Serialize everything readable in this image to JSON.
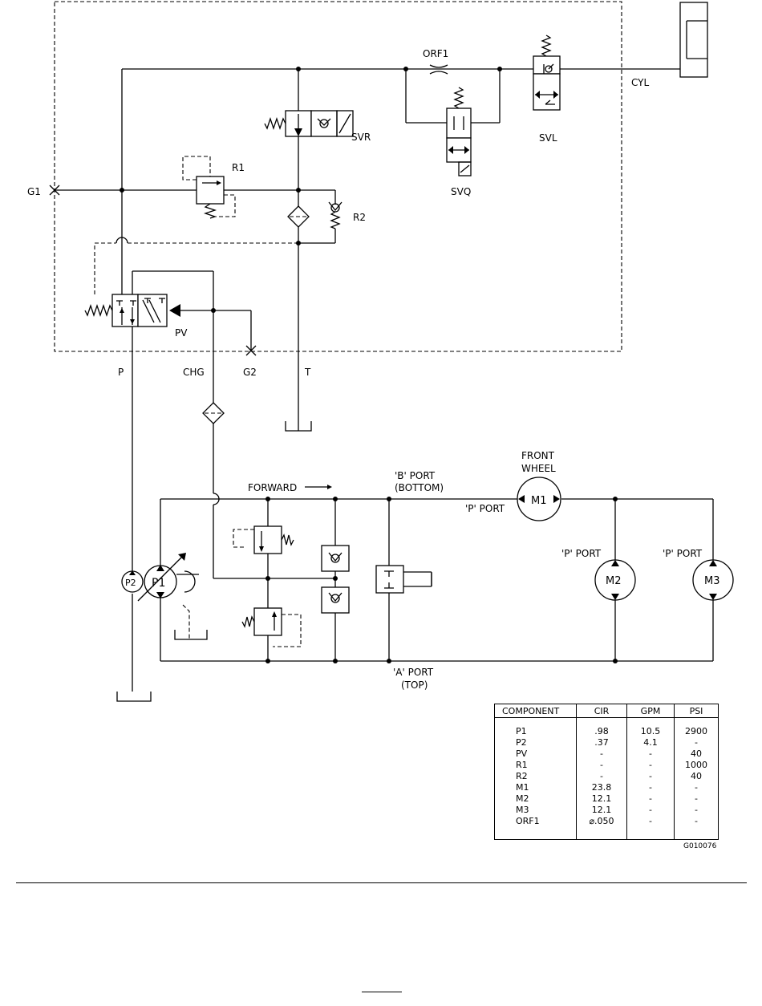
{
  "labels": {
    "orf1": "ORF1",
    "cyl": "CYL",
    "svl": "SVL",
    "svr": "SVR",
    "svq": "SVQ",
    "r1": "R1",
    "r2": "R2",
    "g1": "G1",
    "pv": "PV",
    "p": "P",
    "chg": "CHG",
    "g2": "G2",
    "t": "T",
    "front_wheel_1": "FRONT",
    "front_wheel_2": "WHEEL",
    "forward": "FORWARD",
    "b_port_1": "'B' PORT",
    "b_port_2": "(BOTTOM)",
    "p_port_m1": "'P' PORT",
    "p_port_m2": "'P' PORT",
    "p_port_m3": "'P' PORT",
    "a_port_1": "'A' PORT",
    "a_port_2": "(TOP)",
    "m1": "M1",
    "m2": "M2",
    "m3": "M3",
    "p1": "P1",
    "p2": "P2"
  },
  "spec_table": {
    "headers": [
      "COMPONENT",
      "CIR",
      "GPM",
      "PSI"
    ],
    "rows": [
      [
        "P1",
        ".98",
        "10.5",
        "2900"
      ],
      [
        "P2",
        ".37",
        "4.1",
        "-"
      ],
      [
        "PV",
        "-",
        "-",
        "40"
      ],
      [
        "R1",
        "-",
        "-",
        "1000"
      ],
      [
        "R2",
        "-",
        "-",
        "40"
      ],
      [
        "M1",
        "23.8",
        "-",
        "-"
      ],
      [
        "M2",
        "12.1",
        "-",
        "-"
      ],
      [
        "M3",
        "12.1",
        "-",
        "-"
      ],
      [
        "ORF1",
        "⌀.050",
        "-",
        "-"
      ]
    ]
  },
  "figure_id": "G010076"
}
